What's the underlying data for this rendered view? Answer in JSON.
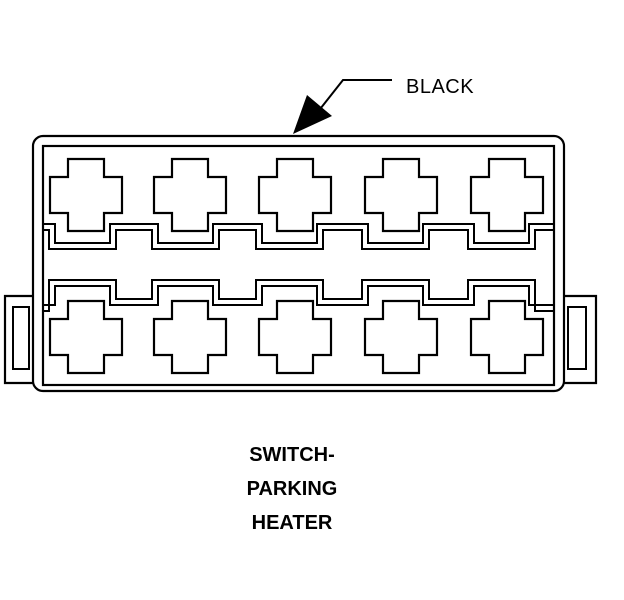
{
  "connector": {
    "color_label": "BLACK",
    "caption_lines": [
      "SWITCH-",
      "PARKING",
      "HEATER"
    ],
    "cavities_per_row": 5,
    "rows": 2
  }
}
